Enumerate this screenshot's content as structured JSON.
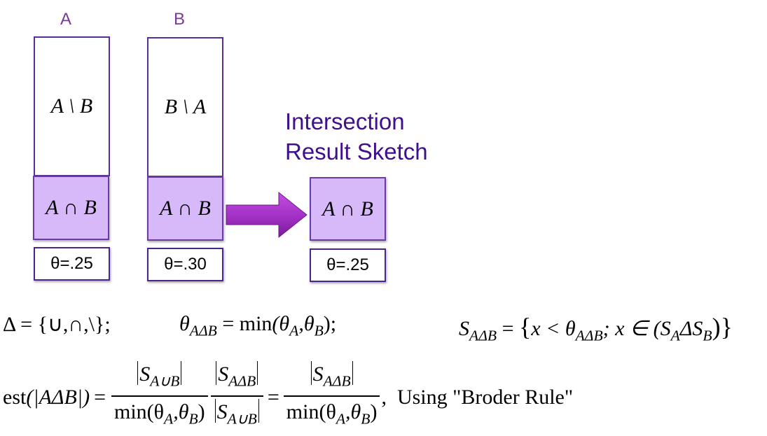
{
  "diagram": {
    "sets": [
      {
        "label": "A",
        "difference_label": "A \\ B",
        "intersection_label": "A ∩ B",
        "threshold_label": "θ=.25",
        "threshold": 0.25
      },
      {
        "label": "B",
        "difference_label": "B \\ A",
        "intersection_label": "A ∩ B",
        "threshold_label": "θ=.30",
        "threshold": 0.3
      }
    ],
    "result": {
      "title_line1": "Intersection",
      "title_line2": "Result Sketch",
      "intersection_label": "A ∩ B",
      "threshold_label": "θ=.25",
      "threshold": 0.25
    },
    "arrow_icon": "right-arrow-icon",
    "colors": {
      "set_label": "#7a3a98",
      "box_border": "#5a2d9c",
      "intersection_fill": "#d7b9fa",
      "title": "#3f0f8e",
      "arrow": "#9b30c0"
    }
  },
  "formulas": {
    "f1": {
      "lhs": "Δ",
      "eq": "=",
      "rhs": "{∪,∩,\\};"
    },
    "f2": {
      "theta": "θ",
      "sub": "AΔB",
      "eq": "=",
      "fn": "min",
      "args": "(θ",
      "a": "A",
      "comma": ",θ",
      "b": "B",
      "close": ");"
    },
    "f3": {
      "s": "S",
      "sub": "AΔB",
      "eq": "=",
      "open": "{",
      "x": "x",
      "lt": " < θ",
      "sub2": "AΔB",
      "mid": "; x ∈ (S",
      "a": "A",
      "delta": "ΔS",
      "b": "B",
      "close": ")}"
    },
    "f4": {
      "est": "est",
      "arg": "(|AΔB|)",
      "eq": "=",
      "frac1_num_s": "S",
      "frac1_num_sub": "A∪B",
      "frac1_den": "min(θ",
      "frac2_num_s": "S",
      "frac2_num_sub": "AΔB",
      "frac2_den_s": "S",
      "frac2_den_sub": "A∪B",
      "eq2": "=",
      "frac3_num_s": "S",
      "frac3_num_sub": "AΔB",
      "den_a": "A",
      "den_comma": ",θ",
      "den_b": "B",
      "den_close": ")",
      "trailing": ",  Using \"Broder Rule\""
    }
  }
}
